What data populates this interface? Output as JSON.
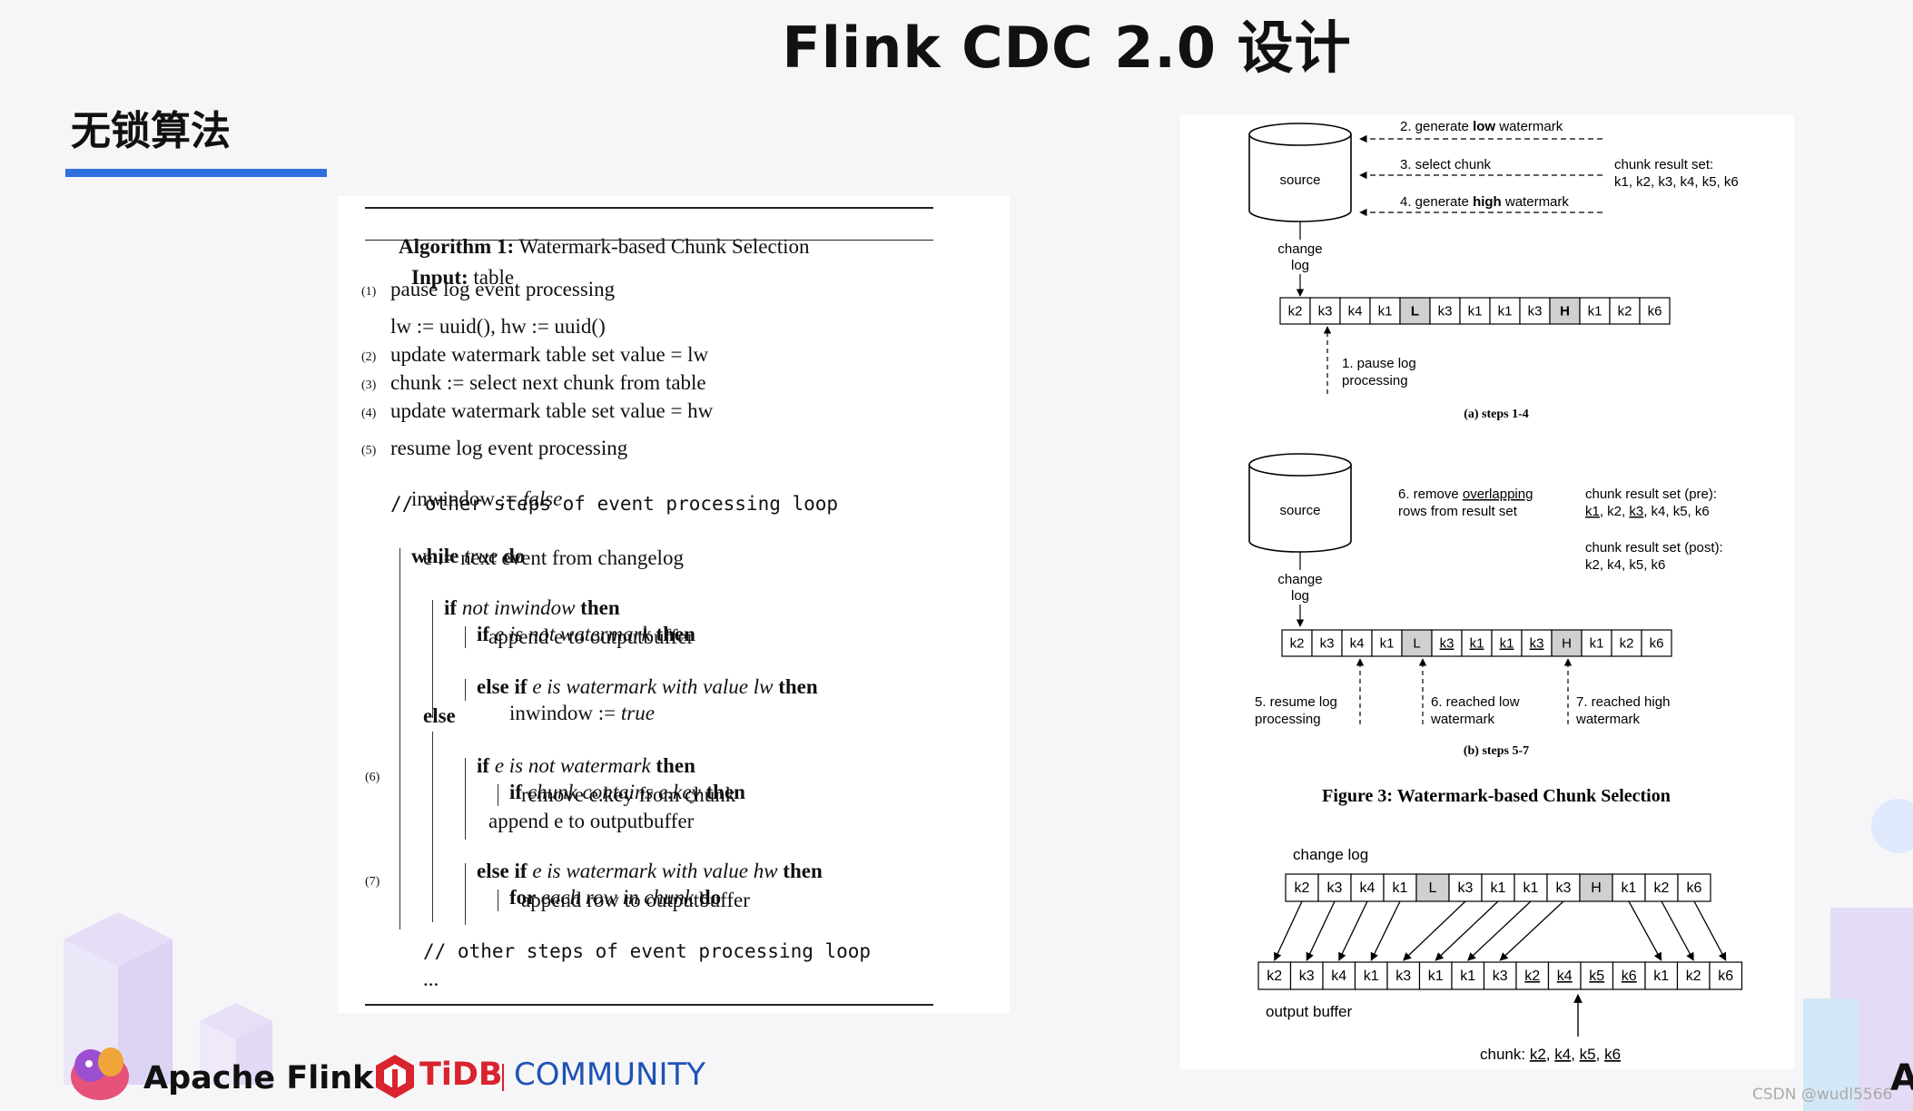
{
  "slide": {
    "title": "Flink CDC 2.0 设计",
    "section_title": "无锁算法"
  },
  "algorithm": {
    "header_bold": "Algorithm 1:",
    "header_text": " Watermark-based Chunk Selection",
    "input_bold": "Input:",
    "input_text": " table",
    "step_numbers": [
      "(1)",
      "(2)",
      "(3)",
      "(4)",
      "(5)",
      "(6)",
      "(7)"
    ],
    "lines": [
      "pause log event processing",
      "lw := uuid(), hw := uuid()",
      "update watermark table set value = lw",
      "chunk := select next chunk from table",
      "update watermark table set value = hw",
      "resume log event processing",
      "// other steps of event processing loop",
      "e := next event from changelog",
      "append e to outputbuffer",
      "else",
      "remove e.key from chunk",
      "append e to outputbuffer",
      "append row to outputbuffer",
      "// other steps of event processing loop",
      "..."
    ],
    "inwindow_false": {
      "a": "inwindow := ",
      "b": "false"
    },
    "while_line": {
      "a": "while ",
      "b": "true",
      "c": " do"
    },
    "if_not_inwindow": {
      "a": "if ",
      "b": "not inwindow",
      "c": " then"
    },
    "if_e_not_wm_1": {
      "a": "if ",
      "b": "e is not watermark",
      "c": " then"
    },
    "else_if_lw": {
      "a": "else if ",
      "b": "e is watermark with value lw",
      "c": " then"
    },
    "inwindow_true": {
      "a": "inwindow := ",
      "b": "true"
    },
    "if_e_not_wm_2": {
      "a": "if ",
      "b": "e is not watermark",
      "c": " then"
    },
    "if_chunk_contains": {
      "a": "if ",
      "b": "chunk contains e.key",
      "c": " then"
    },
    "else_if_hw": {
      "a": "else if ",
      "b": "e is watermark with value hw",
      "c": " then"
    },
    "for_each": {
      "a": "for ",
      "b": "each row in chunk",
      "c": " do"
    }
  },
  "figure": {
    "source_label": "source",
    "change_log_label": [
      "change",
      "log"
    ],
    "panel_a": {
      "step2_a": "2. generate ",
      "step2_b": "low",
      "step2_c": " watermark",
      "step3": "3. select chunk",
      "step4_a": "4. generate ",
      "step4_b": "high",
      "step4_c": " watermark",
      "result_title": "chunk result set:",
      "result_values": "k1, k2, k3, k4, k5, k6",
      "cells": [
        "k2",
        "k3",
        "k4",
        "k1",
        "L",
        "k3",
        "k1",
        "k1",
        "k3",
        "H",
        "k1",
        "k2",
        "k6"
      ],
      "pause_note": [
        "1. pause log",
        "processing"
      ],
      "caption": "(a) steps 1-4"
    },
    "panel_b": {
      "remove_note_a": "6. remove ",
      "remove_note_b": "overlapping",
      "remove_note_c": "rows from result set",
      "pre_title": "chunk result set (pre):",
      "pre_values": [
        "k1",
        ", k2, ",
        "k3",
        ", k4, k5, k6"
      ],
      "post_title": "chunk result set (post):",
      "post_values": "k2, k4, k5, k6",
      "cells": [
        "k2",
        "k3",
        "k4",
        "k1",
        "L",
        "k3",
        "k1",
        "k1",
        "k3",
        "H",
        "k1",
        "k2",
        "k6"
      ],
      "resume_note": [
        "5. resume log",
        "processing"
      ],
      "low_note": [
        "6. reached low",
        "watermark"
      ],
      "high_note": [
        "7. reached high",
        "watermark"
      ],
      "caption": "(b) steps 5-7"
    },
    "figure_caption": "Figure 3: Watermark-based Chunk Selection",
    "panel_c": {
      "change_log_title": "change log",
      "top_cells": [
        "k2",
        "k3",
        "k4",
        "k1",
        "L",
        "k3",
        "k1",
        "k1",
        "k3",
        "H",
        "k1",
        "k2",
        "k6"
      ],
      "bottom_cells": [
        "k2",
        "k3",
        "k4",
        "k1",
        "k3",
        "k1",
        "k1",
        "k3",
        "k2",
        "k4",
        "k5",
        "k6",
        "k1",
        "k2",
        "k6"
      ],
      "output_buffer_label": "output buffer",
      "chunk_label": "chunk: ",
      "chunk_values": [
        "k2",
        "k4",
        "k5",
        "k6"
      ]
    }
  },
  "footer": {
    "flink_text": "Apache Flink",
    "tidb_text": "TiDB",
    "community_text": "COMMUNITY",
    "watermark": "CSDN @wudl5566",
    "right_letter": "A"
  },
  "colors": {
    "accent_blue": "#2f6fe0",
    "tidb_red": "#d9232e",
    "community_blue": "#1f52b5",
    "watermark_cell_gray": "#d0d0d0"
  }
}
